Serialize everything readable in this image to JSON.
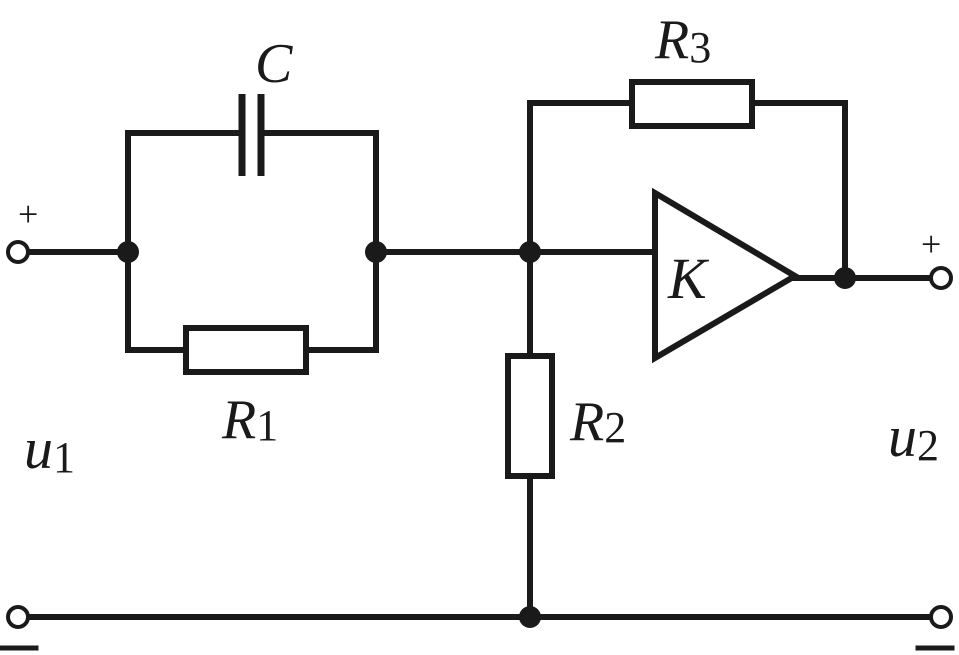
{
  "labels": {
    "capacitor": "C",
    "r1": {
      "main": "R",
      "sub": "1"
    },
    "r2": {
      "main": "R",
      "sub": "2"
    },
    "r3": {
      "main": "R",
      "sub": "3"
    },
    "amplifier": "K",
    "u1": {
      "main": "u",
      "sub": "1"
    },
    "u2": {
      "main": "u",
      "sub": "2"
    },
    "plus_in": "+",
    "plus_out": "+"
  }
}
